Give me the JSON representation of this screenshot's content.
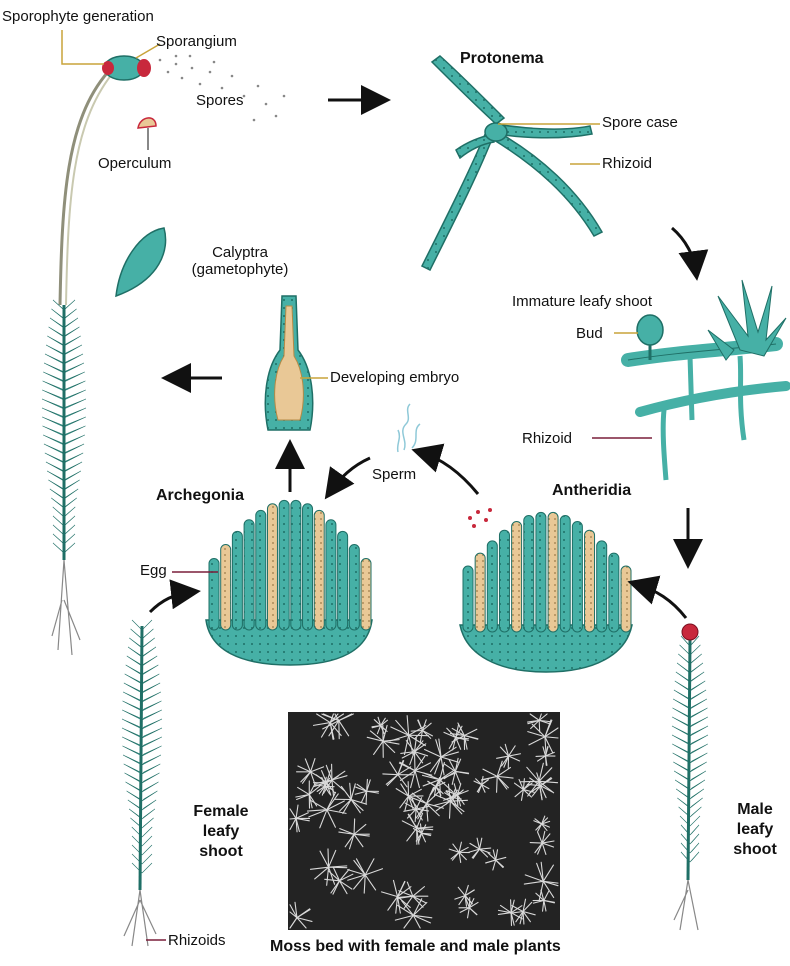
{
  "labels": {
    "sporophyte_generation": "Sporophyte generation",
    "sporangium": "Sporangium",
    "spores": "Spores",
    "operculum": "Operculum",
    "protonema": "Protonema",
    "spore_case": "Spore case",
    "rhizoid_top": "Rhizoid",
    "calyptra_line1": "Calyptra",
    "calyptra_line2": "(gametophyte)",
    "immature_leafy_shoot": "Immature leafy shoot",
    "bud": "Bud",
    "developing_embryo": "Developing embryo",
    "rhizoid_mid": "Rhizoid",
    "sperm": "Sperm",
    "archegonia": "Archegonia",
    "antheridia": "Antheridia",
    "egg": "Egg",
    "female_line1": "Female",
    "female_line2": "leafy",
    "female_line3": "shoot",
    "male_line1": "Male",
    "male_line2": "leafy",
    "male_line3": "shoot",
    "rhizoids": "Rhizoids",
    "moss_bed_caption": "Moss bed with female and male plants"
  },
  "colors": {
    "teal": "#46b0a6",
    "teal_dark": "#1f6f66",
    "tan": "#e9c896",
    "red": "#c8283c",
    "leader": "#c8a43a",
    "arrow": "#111111"
  }
}
